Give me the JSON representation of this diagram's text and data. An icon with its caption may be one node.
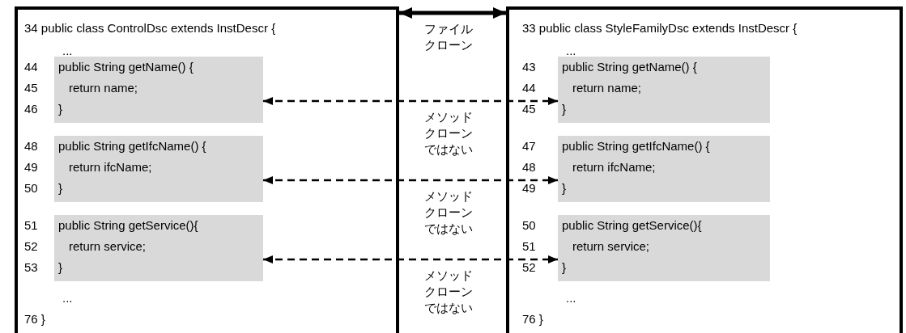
{
  "diagram": {
    "nodes": [
      {
        "text": [
          "34 public class ControlDsc extends InstDescr {",
          "...",
          "...",
          "76 }"
        ]
      },
      {
        "text": [
          "public String getName() {",
          "return name;",
          "}"
        ],
        "in": 0,
        "beside": [
          "44",
          "45",
          "46"
        ]
      },
      {
        "text": [
          "public String getIfcName() {",
          "return ifcName;",
          "}"
        ],
        "in": 0,
        "beside": [
          "48",
          "49",
          "50"
        ]
      },
      {
        "text": [
          "public String getService(){",
          "return service;",
          "}"
        ],
        "in": 0,
        "beside": [
          "51",
          "52",
          "53"
        ]
      },
      {
        "text": [
          "33 public class StyleFamilyDsc extends InstDescr {",
          "...",
          "...",
          "76 }"
        ]
      },
      {
        "text": [
          "public String getName() {",
          "return name;",
          "}"
        ],
        "in": 4,
        "beside": [
          "43",
          "44",
          "45"
        ]
      },
      {
        "text": [
          "public String getIfcName() {",
          "return ifcName;",
          "}"
        ],
        "in": 4,
        "beside": [
          "47",
          "48",
          "49"
        ]
      },
      {
        "text": [
          "public String getService(){",
          "return service;",
          "}"
        ],
        "in": 4,
        "beside": [
          "50",
          "51",
          "52"
        ]
      }
    ],
    "edges": [
      {
        "from": 0,
        "to": 4,
        "arrow": "both",
        "style": "thick",
        "label": "ファイルクローン"
      },
      {
        "from": 1,
        "to": 5,
        "arrow": "both",
        "style": "dashed",
        "label": "メソッドクローンではない"
      },
      {
        "from": 2,
        "to": 6,
        "arrow": "both",
        "style": "dashed",
        "label": "メソッドクローンではない"
      },
      {
        "from": 3,
        "to": 7,
        "arrow": "both",
        "style": "dashed",
        "label": "メソッドクローンではない"
      }
    ]
  }
}
